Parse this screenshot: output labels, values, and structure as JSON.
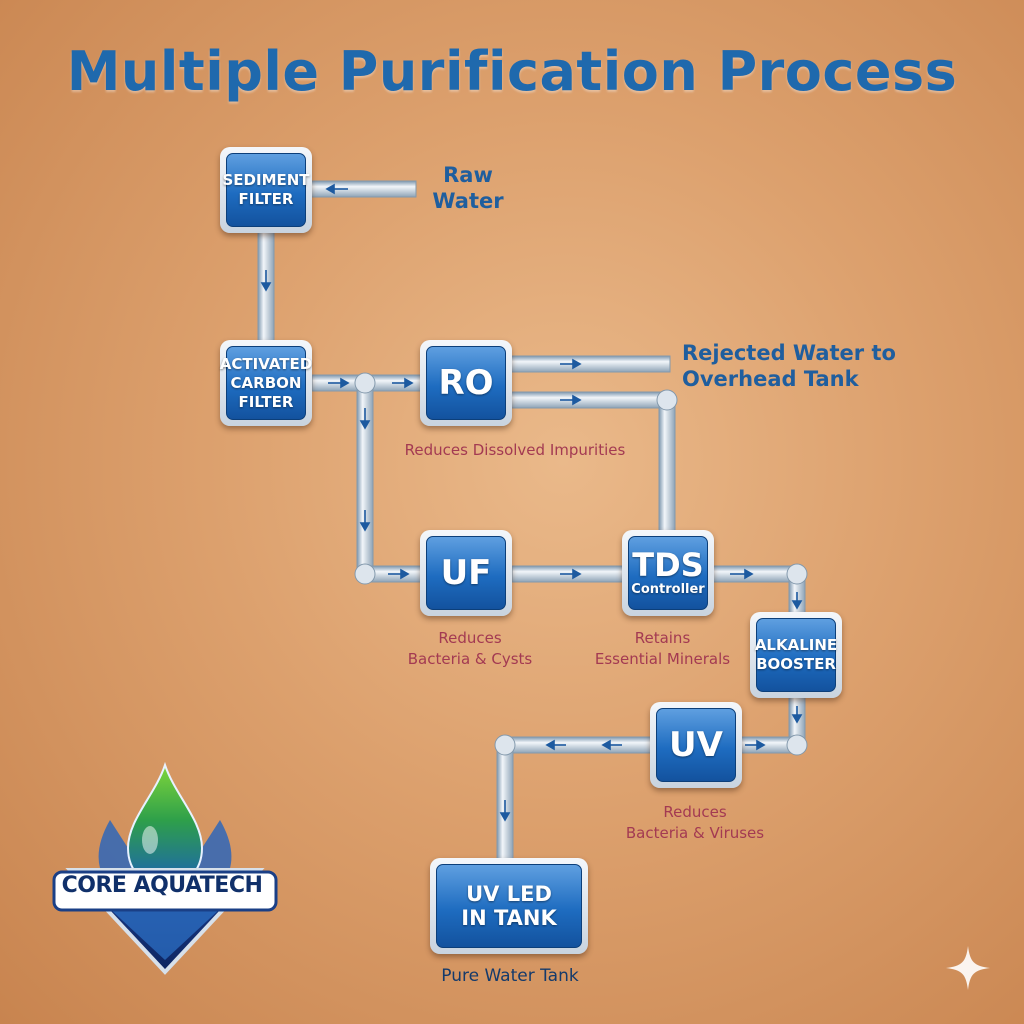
{
  "title": "Multiple Purification Process",
  "nodes": {
    "sediment": [
      "SEDIMENT",
      "FILTER"
    ],
    "carbon": [
      "ACTIVATED",
      "CARBON",
      "FILTER"
    ],
    "ro": "RO",
    "uf": "UF",
    "tds": {
      "main": "TDS",
      "sub": "Controller"
    },
    "alkaline": [
      "ALKALINE",
      "BOOSTER"
    ],
    "uv": "UV",
    "tank": [
      "UV LED",
      "IN TANK"
    ]
  },
  "labels": {
    "raw_water": [
      "Raw",
      "Water"
    ],
    "rejected": [
      "Rejected Water to",
      "Overhead Tank"
    ],
    "ro_desc": "Reduces Dissolved Impurities",
    "uf_desc": [
      "Reduces",
      "Bacteria & Cysts"
    ],
    "tds_desc": [
      "Retains",
      "Essential Minerals"
    ],
    "uv_desc": [
      "Reduces",
      "Bacteria & Viruses"
    ],
    "tank_desc": "Pure Water Tank"
  },
  "brand": "CORE AQUATECH",
  "colors": {
    "title": "#1f69ad",
    "node": "#1e6cc0",
    "desc": "#a33a52",
    "background": "#dca06d"
  }
}
